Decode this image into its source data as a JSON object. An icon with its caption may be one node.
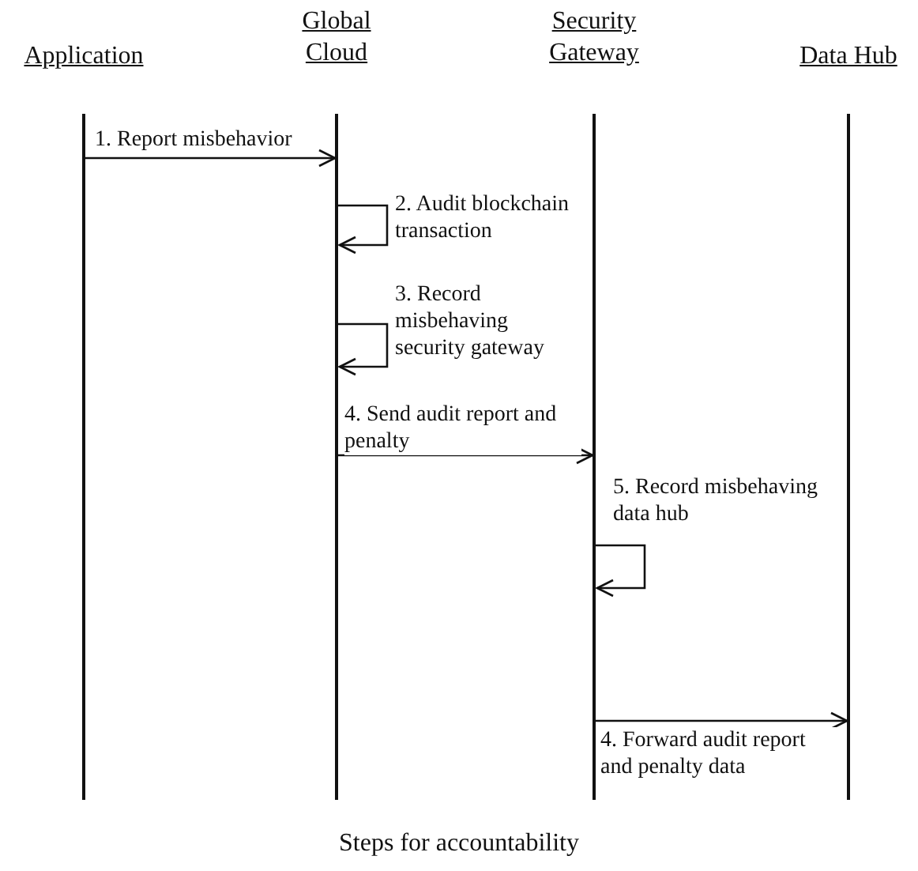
{
  "diagram": {
    "caption": "Steps for accountability",
    "nodes": [
      {
        "text": [
          "Application"
        ]
      },
      {
        "text": [
          "Global Cloud"
        ]
      },
      {
        "text": [
          "Security Gateway"
        ]
      },
      {
        "text": [
          "Data Hub"
        ]
      }
    ],
    "edges": [
      {
        "from": 0,
        "to": 1,
        "arrow": "to",
        "label": "1. Report misbehavior"
      },
      {
        "from": 1,
        "to": 1,
        "arrow": "to",
        "label": "2. Audit blockchain transaction"
      },
      {
        "from": 1,
        "to": 1,
        "arrow": "to",
        "label": "3. Record misbehaving security gateway"
      },
      {
        "from": 1,
        "to": 2,
        "arrow": "to",
        "label": "4. Send audit report and penalty"
      },
      {
        "from": 2,
        "to": 2,
        "arrow": "to",
        "label": "5. Record misbehaving data hub"
      },
      {
        "from": 2,
        "to": 3,
        "arrow": "to",
        "label": "4. Forward audit report and penalty data"
      }
    ]
  }
}
